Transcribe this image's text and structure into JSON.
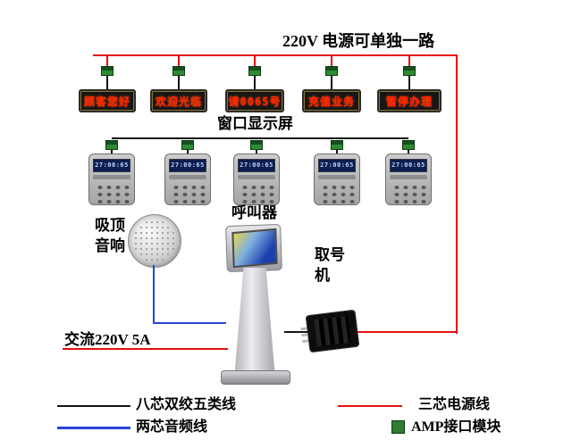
{
  "header": {
    "power_note": "220V 电源可单独一路"
  },
  "displays": {
    "label": "窗口显示屏",
    "items": [
      {
        "text": "顾客您好"
      },
      {
        "text": "欢迎光临"
      },
      {
        "text": "请0065号"
      },
      {
        "text": "充值业务"
      },
      {
        "text": "暂停办理"
      }
    ]
  },
  "terminals": {
    "label": "呼叫器",
    "screen_text": "27:00:65"
  },
  "speaker": {
    "label_line1": "吸顶",
    "label_line2": "音响"
  },
  "kiosk": {
    "label_line1": "取号",
    "label_line2": "机"
  },
  "power": {
    "ac_label": "交流220V 5A"
  },
  "legend": {
    "cat5_label": "八芯双绞五类线",
    "power_label": "三芯电源线",
    "audio_label": "两芯音频线",
    "amp_label": "AMP接口模块"
  },
  "colors": {
    "power_line": "#e81010",
    "audio_line": "#2746d8",
    "data_line": "#141414",
    "amp_module": "#2e7d32",
    "led_text": "#ff2200"
  }
}
